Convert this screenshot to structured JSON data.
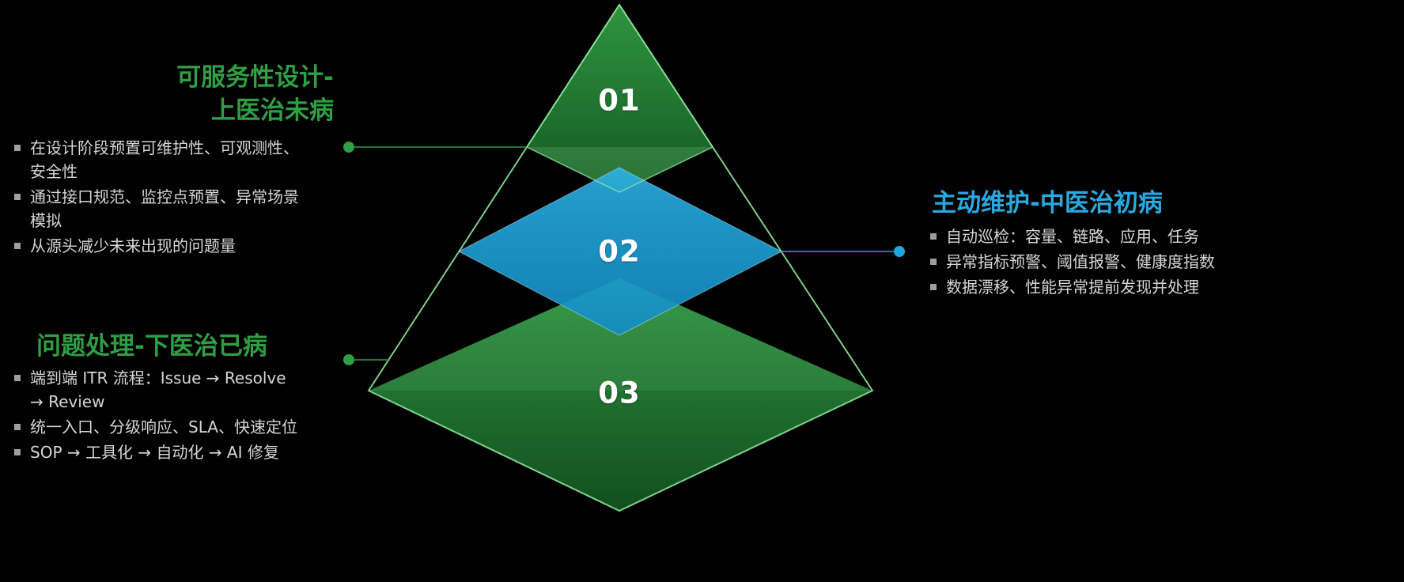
{
  "sections": {
    "design": {
      "title_line1": "可服务性设计-",
      "title_line2": "上医治未病",
      "bullets": [
        "在设计阶段预置可维护性、可观测性、安全性",
        "通过接口规范、监控点预置、异常场景模拟",
        "从源头减少未来出现的问题量"
      ]
    },
    "proactive": {
      "title": "主动维护-中医治初病",
      "bullets": [
        "自动巡检：容量、链路、应用、任务",
        "异常指标预警、阈值报警、健康度指数",
        "数据漂移、性能异常提前发现并处理"
      ]
    },
    "issue": {
      "title": "问题处理-下医治已病",
      "bullets": [
        "端到端 ITR 流程：Issue → Resolve → Review",
        "统一入口、分级响应、SLA、快速定位",
        "SOP → 工具化 → 自动化 → AI 修复"
      ]
    }
  },
  "pyramid": {
    "levels": [
      {
        "number": "01",
        "color": "#2d8c3c"
      },
      {
        "number": "02",
        "color": "#25aadf"
      },
      {
        "number": "03",
        "color": "#2d8c3c"
      }
    ]
  },
  "colors": {
    "background": "#000000",
    "level_green": "#2d8c3c",
    "level_green_dark": "#155c23",
    "level_blue": "#25aadf",
    "outline_green": "#8ce39c",
    "title_green": "#2f9e44",
    "title_blue": "#29a9e0",
    "body_text": "#d6d6d6",
    "number_text": "#ffffff"
  }
}
